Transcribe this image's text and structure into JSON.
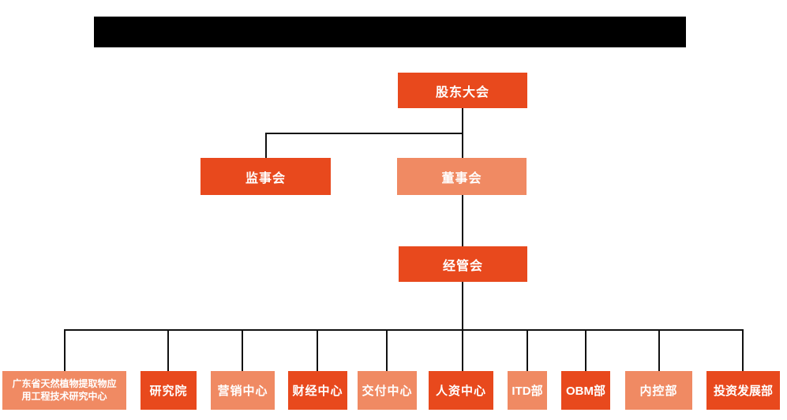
{
  "colors": {
    "node_dark_orange": "#E8491D",
    "node_light_orange": "#F08A63",
    "connector_line": "#111111",
    "redacted_bar": "#000000",
    "node_text": "#FFFFFF"
  },
  "chart": {
    "root": {
      "label": "股东大会"
    },
    "level2": [
      {
        "label": "监事会"
      },
      {
        "label": "董事会"
      }
    ],
    "level3": {
      "label": "经管会"
    },
    "departments": [
      {
        "lines": [
          "广东省天然植物提取物应",
          "用工程技术研究中心"
        ]
      },
      {
        "label": "研究院"
      },
      {
        "label": "营销中心"
      },
      {
        "label": "财经中心"
      },
      {
        "label": "交付中心"
      },
      {
        "label": "人资中心"
      },
      {
        "label": "ITD部"
      },
      {
        "label": "OBM部"
      },
      {
        "label": "内控部"
      },
      {
        "label": "投资发展部"
      }
    ]
  }
}
